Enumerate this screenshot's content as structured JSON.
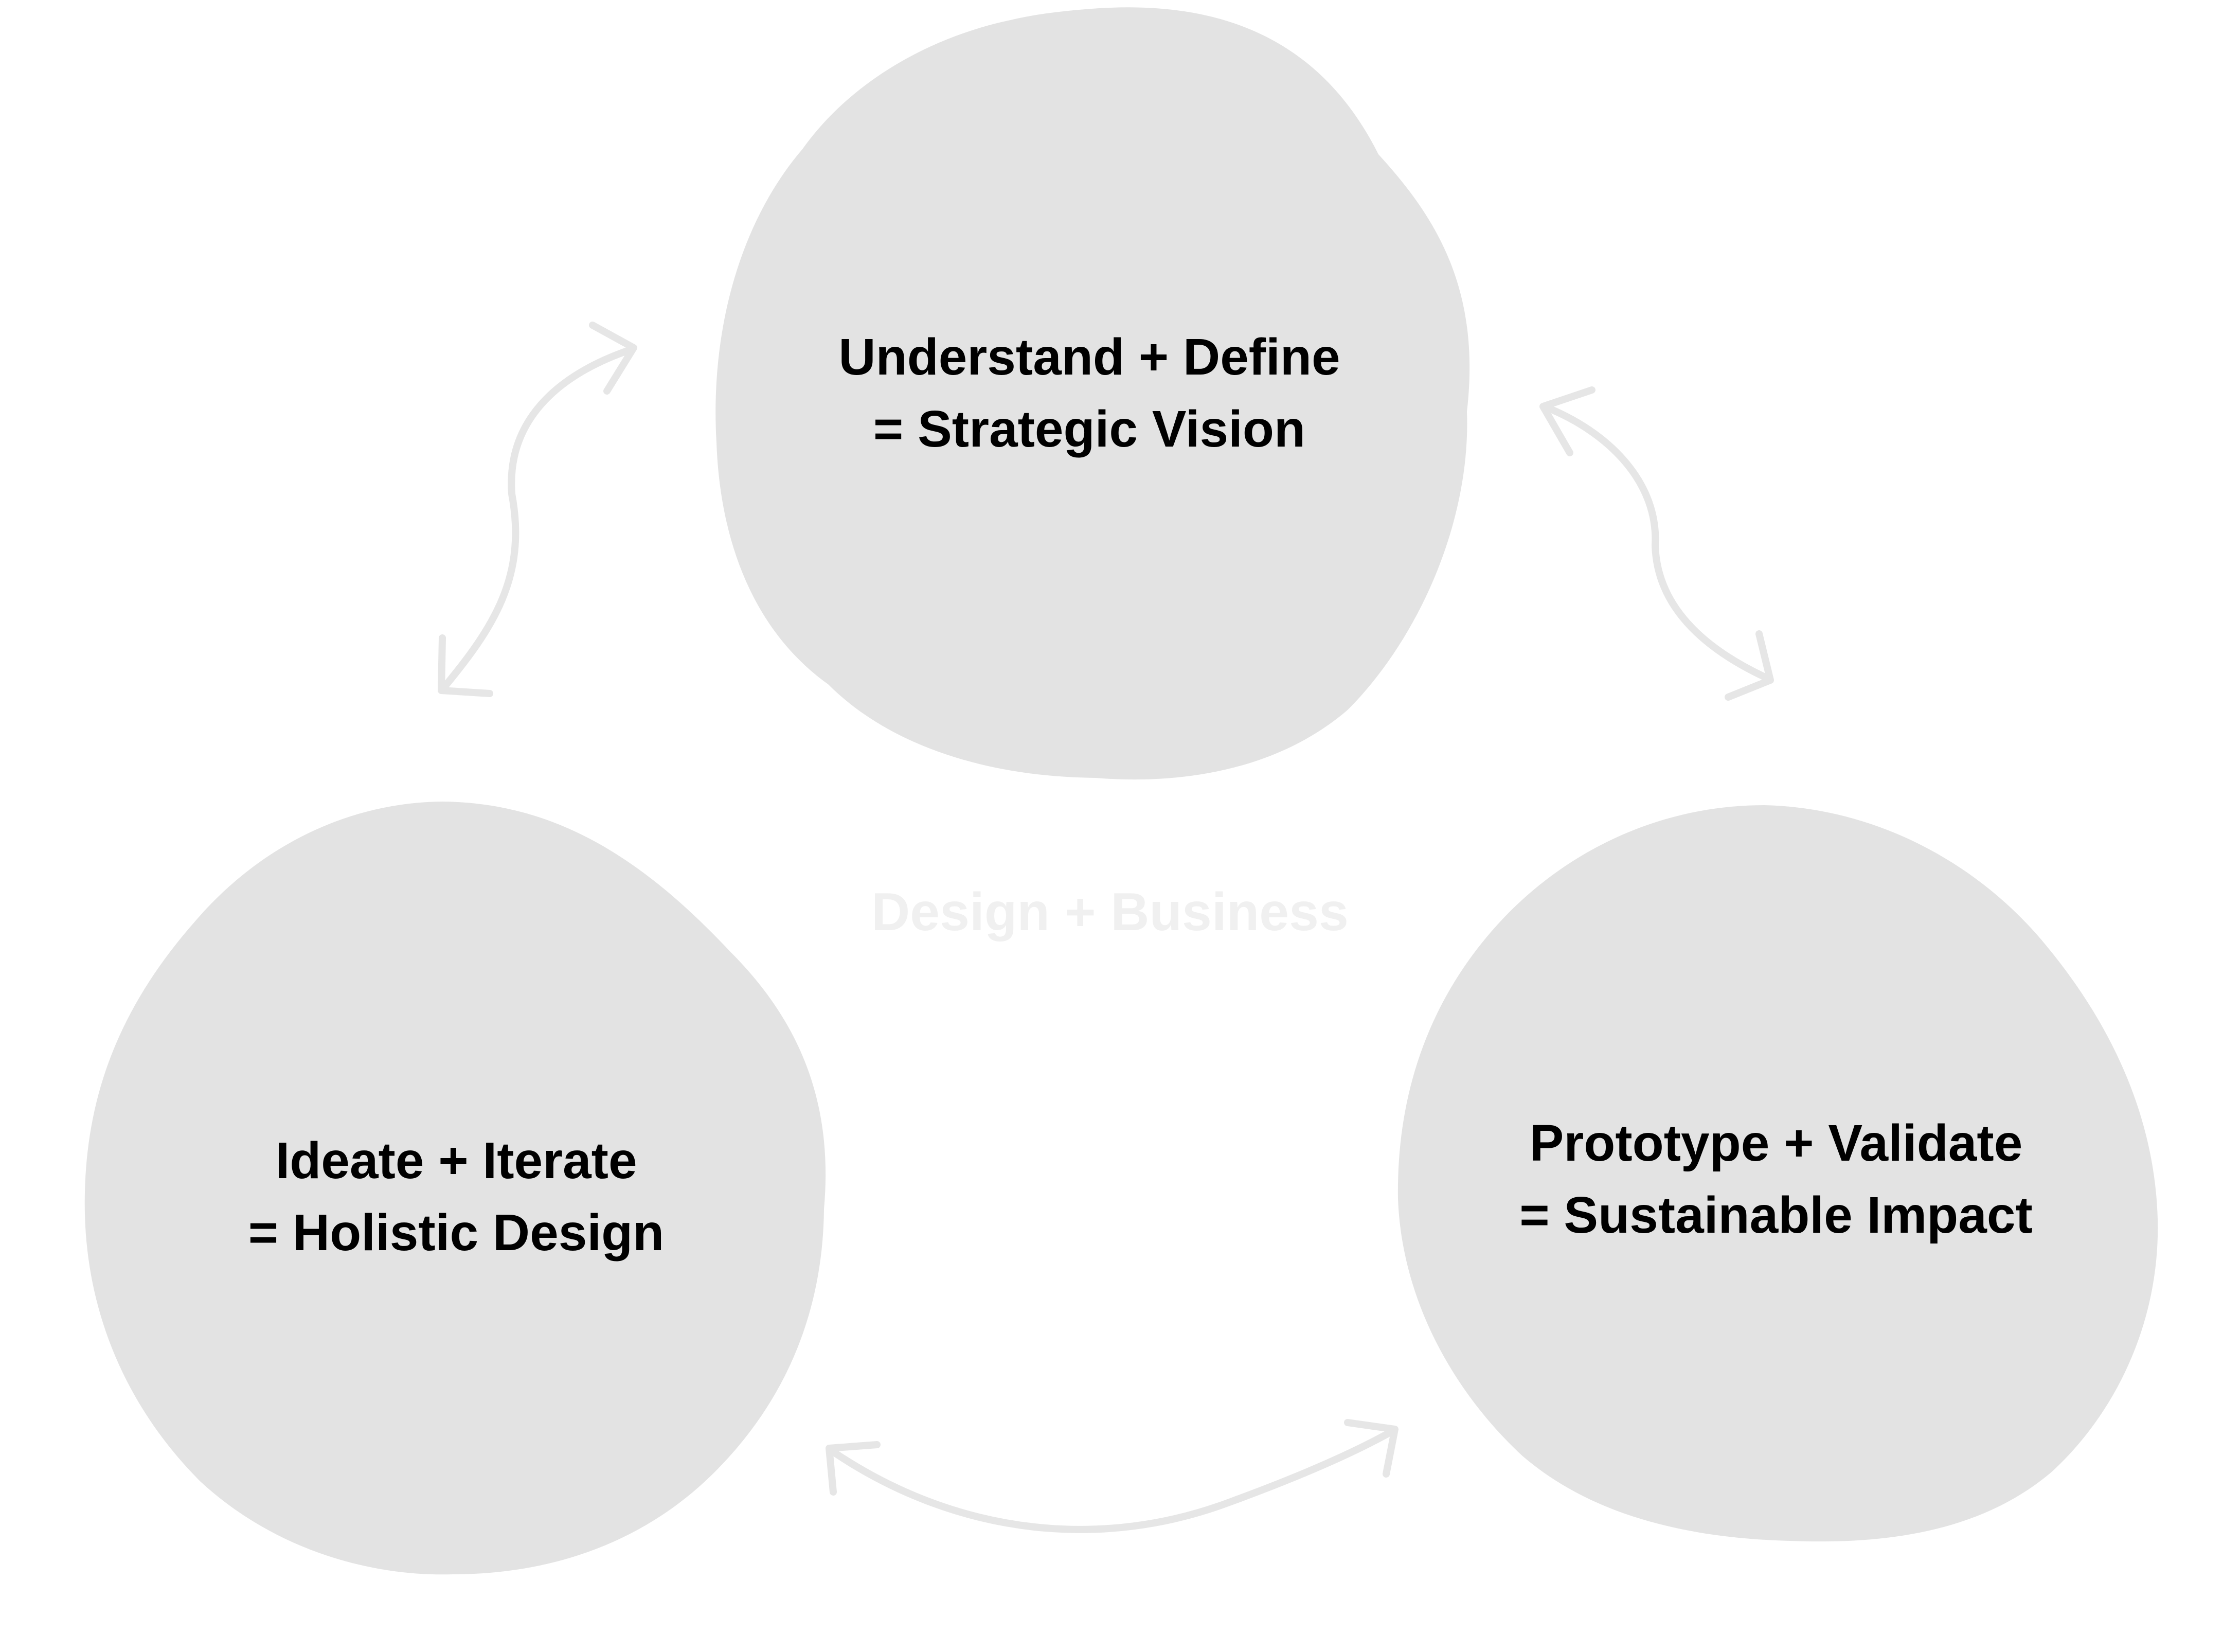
{
  "colors": {
    "background": "#ffffff",
    "node_fill": "#e3e3e3",
    "label_text": "#000000",
    "center_text": "#f0f0f0",
    "arrow": "#e6e6e6"
  },
  "diagram": {
    "center_label": "Design + Business",
    "nodes": [
      {
        "id": "understand",
        "line1": "Understand + Define",
        "line2": "= Strategic Vision"
      },
      {
        "id": "ideate",
        "line1": "Ideate + Iterate",
        "line2": "= Holistic Design"
      },
      {
        "id": "prototype",
        "line1": "Prototype + Validate",
        "line2": "= Sustainable Impact"
      }
    ],
    "connectors": [
      {
        "id": "understand-ideate",
        "style": "double-headed-arrow",
        "icon": "curved-double-arrow-icon"
      },
      {
        "id": "understand-prototype",
        "style": "double-headed-arrow",
        "icon": "curved-double-arrow-icon"
      },
      {
        "id": "ideate-prototype",
        "style": "double-headed-arrow",
        "icon": "curved-double-arrow-icon"
      }
    ]
  }
}
